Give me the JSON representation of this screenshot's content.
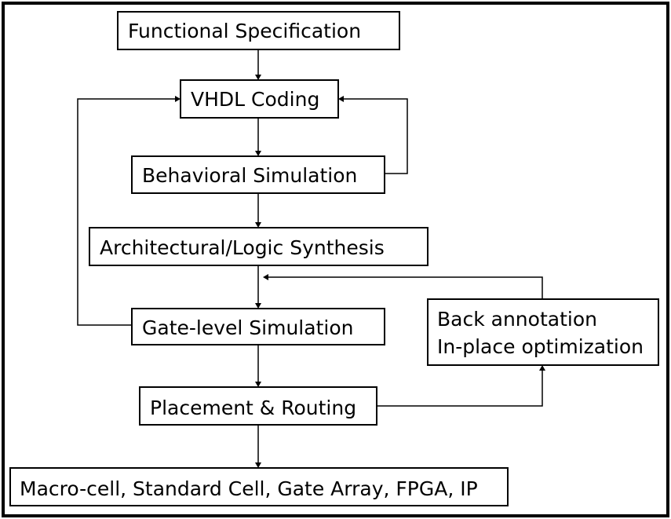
{
  "nodes": {
    "functional_specification": "Functional Specification",
    "vhdl_coding": "VHDL Coding",
    "behavioral_simulation": "Behavioral Simulation",
    "logic_synthesis": "Architectural/Logic Synthesis",
    "gate_level_simulation": "Gate-level Simulation",
    "back_annotation": [
      "Back annotation",
      "In-place optimization"
    ],
    "placement_routing": "Placement & Routing",
    "implementation_targets": "Macro-cell, Standard Cell, Gate Array, FPGA, IP"
  },
  "edges": [
    {
      "from": "Functional Specification",
      "to": "VHDL Coding"
    },
    {
      "from": "VHDL Coding",
      "to": "Behavioral Simulation"
    },
    {
      "from": "Behavioral Simulation",
      "to": "VHDL Coding"
    },
    {
      "from": "Behavioral Simulation",
      "to": "Architectural/Logic Synthesis"
    },
    {
      "from": "Architectural/Logic Synthesis",
      "to": "Gate-level Simulation"
    },
    {
      "from": "Gate-level Simulation",
      "to": "VHDL Coding"
    },
    {
      "from": "Gate-level Simulation",
      "to": "Placement & Routing"
    },
    {
      "from": "Placement & Routing",
      "to": "Back annotation / In-place optimization"
    },
    {
      "from": "Back annotation / In-place optimization",
      "to": "Gate-level Simulation"
    },
    {
      "from": "Placement & Routing",
      "to": "Macro-cell, Standard Cell, Gate Array, FPGA, IP"
    }
  ]
}
